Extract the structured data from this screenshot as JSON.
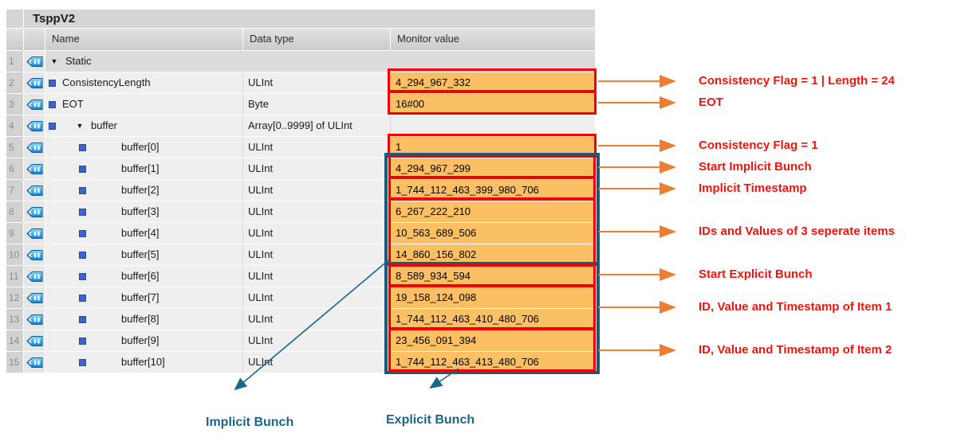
{
  "window": {
    "title": "TsppV2"
  },
  "table": {
    "columns": [
      "Name",
      "Data type",
      "Monitor value"
    ],
    "rows": [
      {
        "num": "1",
        "name": "Static",
        "datatype": "",
        "value": "",
        "level": 0,
        "square": false,
        "expanded": true,
        "highlight": false,
        "section": true
      },
      {
        "num": "2",
        "name": "ConsistencyLength",
        "datatype": "ULInt",
        "value": "4_294_967_332",
        "level": 1,
        "square": true,
        "expanded": false,
        "highlight": true,
        "section": false
      },
      {
        "num": "3",
        "name": "EOT",
        "datatype": "Byte",
        "value": "16#00",
        "level": 1,
        "square": true,
        "expanded": false,
        "highlight": true,
        "section": false
      },
      {
        "num": "4",
        "name": "buffer",
        "datatype": "Array[0..9999] of ULInt",
        "value": "",
        "level": 1,
        "square": true,
        "expanded": true,
        "highlight": false,
        "section": false
      },
      {
        "num": "5",
        "name": "buffer[0]",
        "datatype": "ULInt",
        "value": "1",
        "level": 2,
        "square": true,
        "expanded": false,
        "highlight": true,
        "section": false
      },
      {
        "num": "6",
        "name": "buffer[1]",
        "datatype": "ULInt",
        "value": "4_294_967_299",
        "level": 2,
        "square": true,
        "expanded": false,
        "highlight": true,
        "section": false
      },
      {
        "num": "7",
        "name": "buffer[2]",
        "datatype": "ULInt",
        "value": "1_744_112_463_399_980_706",
        "level": 2,
        "square": true,
        "expanded": false,
        "highlight": true,
        "section": false
      },
      {
        "num": "8",
        "name": "buffer[3]",
        "datatype": "ULInt",
        "value": "6_267_222_210",
        "level": 2,
        "square": true,
        "expanded": false,
        "highlight": true,
        "section": false
      },
      {
        "num": "9",
        "name": "buffer[4]",
        "datatype": "ULInt",
        "value": "10_563_689_506",
        "level": 2,
        "square": true,
        "expanded": false,
        "highlight": true,
        "section": false
      },
      {
        "num": "10",
        "name": "buffer[5]",
        "datatype": "ULInt",
        "value": "14_860_156_802",
        "level": 2,
        "square": true,
        "expanded": false,
        "highlight": true,
        "section": false
      },
      {
        "num": "11",
        "name": "buffer[6]",
        "datatype": "ULInt",
        "value": "8_589_934_594",
        "level": 2,
        "square": true,
        "expanded": false,
        "highlight": true,
        "section": false
      },
      {
        "num": "12",
        "name": "buffer[7]",
        "datatype": "ULInt",
        "value": "19_158_124_098",
        "level": 2,
        "square": true,
        "expanded": false,
        "highlight": true,
        "section": false
      },
      {
        "num": "13",
        "name": "buffer[8]",
        "datatype": "ULInt",
        "value": "1_744_112_463_410_480_706",
        "level": 2,
        "square": true,
        "expanded": false,
        "highlight": true,
        "section": false
      },
      {
        "num": "14",
        "name": "buffer[9]",
        "datatype": "ULInt",
        "value": "23_456_091_394",
        "level": 2,
        "square": true,
        "expanded": false,
        "highlight": true,
        "section": false
      },
      {
        "num": "15",
        "name": "buffer[10]",
        "datatype": "ULInt",
        "value": "1_744_112_463_413_480_706",
        "level": 2,
        "square": true,
        "expanded": false,
        "highlight": true,
        "section": false
      }
    ]
  },
  "annotations": {
    "right": [
      {
        "label": "Consistency Flag = 1 | Length = 24"
      },
      {
        "label": "EOT"
      },
      {
        "label": "Consistency Flag = 1"
      },
      {
        "label": "Start Implicit Bunch"
      },
      {
        "label": "Implicit Timestamp"
      },
      {
        "label": "IDs and Values of 3 seperate items"
      },
      {
        "label": "Start Explicit Bunch"
      },
      {
        "label": "ID, Value and Timestamp of Item 1"
      },
      {
        "label": "ID, Value and Timestamp of Item 2"
      }
    ],
    "bottom": {
      "implicit": "Implicit Bunch",
      "explicit": "Explicit Bunch"
    }
  },
  "icons": {
    "row_icon": "db-tag-icon",
    "expand_icon": "triangle-down-icon",
    "member_icon": "blue-square-icon"
  },
  "colors": {
    "highlight_orange": "#FBC063",
    "red_box": "#F20000",
    "blue_box": "#1C5A78",
    "arrow_orange": "#ED7D31",
    "annotation_red": "#F2140C",
    "bunch_teal": "#19658C",
    "tag_icon_blue": "#1180D2"
  }
}
